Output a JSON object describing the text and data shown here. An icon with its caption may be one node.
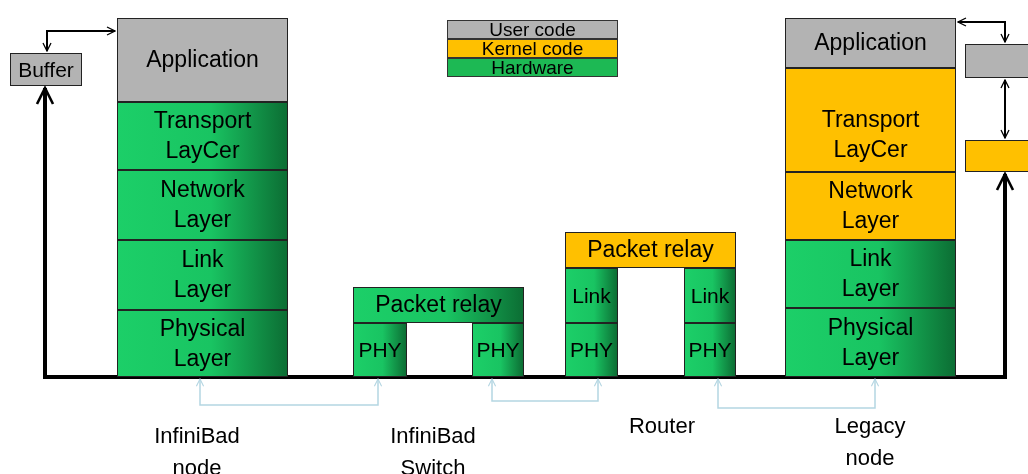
{
  "diagram": {
    "nodes": [
      {
        "text": [
          "Buffer"
        ]
      },
      {
        "text": [
          "Application"
        ]
      },
      {
        "text": [
          "Transport LayCer"
        ]
      },
      {
        "text": [
          "Network Layer"
        ]
      },
      {
        "text": [
          "Link Layer"
        ]
      },
      {
        "text": [
          "Physical Layer"
        ]
      },
      {
        "text": [
          "Packet relay"
        ]
      },
      {
        "text": [
          "PHY"
        ]
      },
      {
        "text": [
          "PHY"
        ]
      },
      {
        "text": [
          "Packet relay"
        ]
      },
      {
        "text": [
          "Link"
        ]
      },
      {
        "text": [
          "Link"
        ]
      },
      {
        "text": [
          "PHY"
        ]
      },
      {
        "text": [
          "PHY"
        ]
      },
      {
        "text": [
          "Application"
        ]
      },
      {
        "text": [
          "Transport LayCer"
        ]
      },
      {
        "text": [
          "Network Layer"
        ]
      },
      {
        "text": [
          "Link Layer"
        ]
      },
      {
        "text": [
          "Physical Layer"
        ]
      },
      {
        "text": [],
        "shape": "box"
      },
      {
        "text": [],
        "shape": "box"
      }
    ],
    "edges": [
      {
        "from": 0,
        "to": 1,
        "arrow": "both"
      },
      {
        "from": 14,
        "to": 19,
        "arrow": "both"
      },
      {
        "from": 19,
        "to": 20,
        "arrow": "both"
      },
      {
        "from": 0,
        "to": 20,
        "arrow": "both",
        "style": "thick"
      },
      {
        "from": 5,
        "to": 7,
        "arrow": "both",
        "color": "#b4d6e2"
      },
      {
        "from": 8,
        "to": 12,
        "arrow": "both",
        "color": "#b4d6e2"
      },
      {
        "from": 13,
        "to": 18,
        "arrow": "both",
        "color": "#b4d6e2"
      }
    ],
    "labels": [
      "InfiniBad node",
      "InfiniBad Switch",
      "Router",
      "Legacy node"
    ],
    "legend": [
      {
        "text": "User code",
        "color": "#b3b3b3"
      },
      {
        "text": "Kernel code",
        "color": "#ffc000"
      },
      {
        "text": "Hardware",
        "color": "#1db954"
      }
    ]
  }
}
